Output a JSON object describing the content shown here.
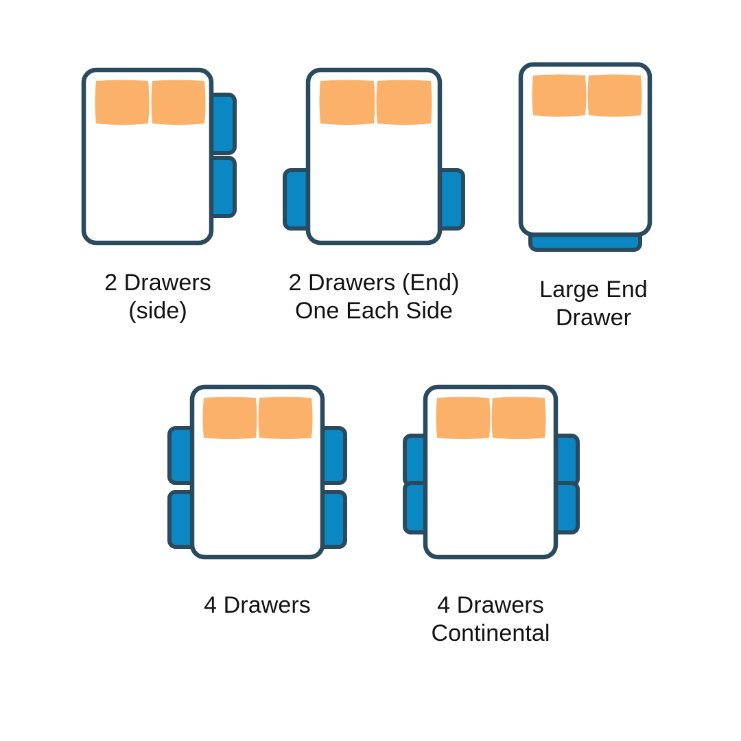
{
  "palette": {
    "outline": "#2A4A5E",
    "drawer_fill": "#0B88C4",
    "pillow_fill": "#FBB169",
    "mattress_fill": "#FFFFFF",
    "background": "#FFFFFF",
    "caption_color": "#111111"
  },
  "diagram": {
    "title_visible": false,
    "item_count": 5,
    "rows": 2
  },
  "items": [
    {
      "id": "two-drawers-side",
      "caption": "2 Drawers\n(side)",
      "caption_lines": [
        "2 Drawers",
        "(side)"
      ],
      "drawer_count": 2,
      "drawer_layout": "two-on-right-side",
      "pillow_count": 2
    },
    {
      "id": "two-drawers-end-one-each-side",
      "caption": "2 Drawers (End)\nOne Each Side",
      "caption_lines": [
        "2 Drawers (End)",
        "One Each Side"
      ],
      "drawer_count": 2,
      "drawer_layout": "one-each-side-lower",
      "pillow_count": 2
    },
    {
      "id": "large-end-drawer",
      "caption": "Large End\nDrawer",
      "caption_lines": [
        "Large End",
        "Drawer"
      ],
      "drawer_count": 1,
      "drawer_layout": "wide-bottom-end",
      "pillow_count": 2
    },
    {
      "id": "four-drawers",
      "caption": "4 Drawers",
      "caption_lines": [
        "4 Drawers"
      ],
      "drawer_count": 4,
      "drawer_layout": "two-each-side",
      "pillow_count": 2
    },
    {
      "id": "four-drawers-continental",
      "caption": "4 Drawers\nContinental",
      "caption_lines": [
        "4 Drawers",
        "Continental"
      ],
      "drawer_count": 4,
      "drawer_layout": "two-each-side-continental",
      "pillow_count": 2
    }
  ]
}
